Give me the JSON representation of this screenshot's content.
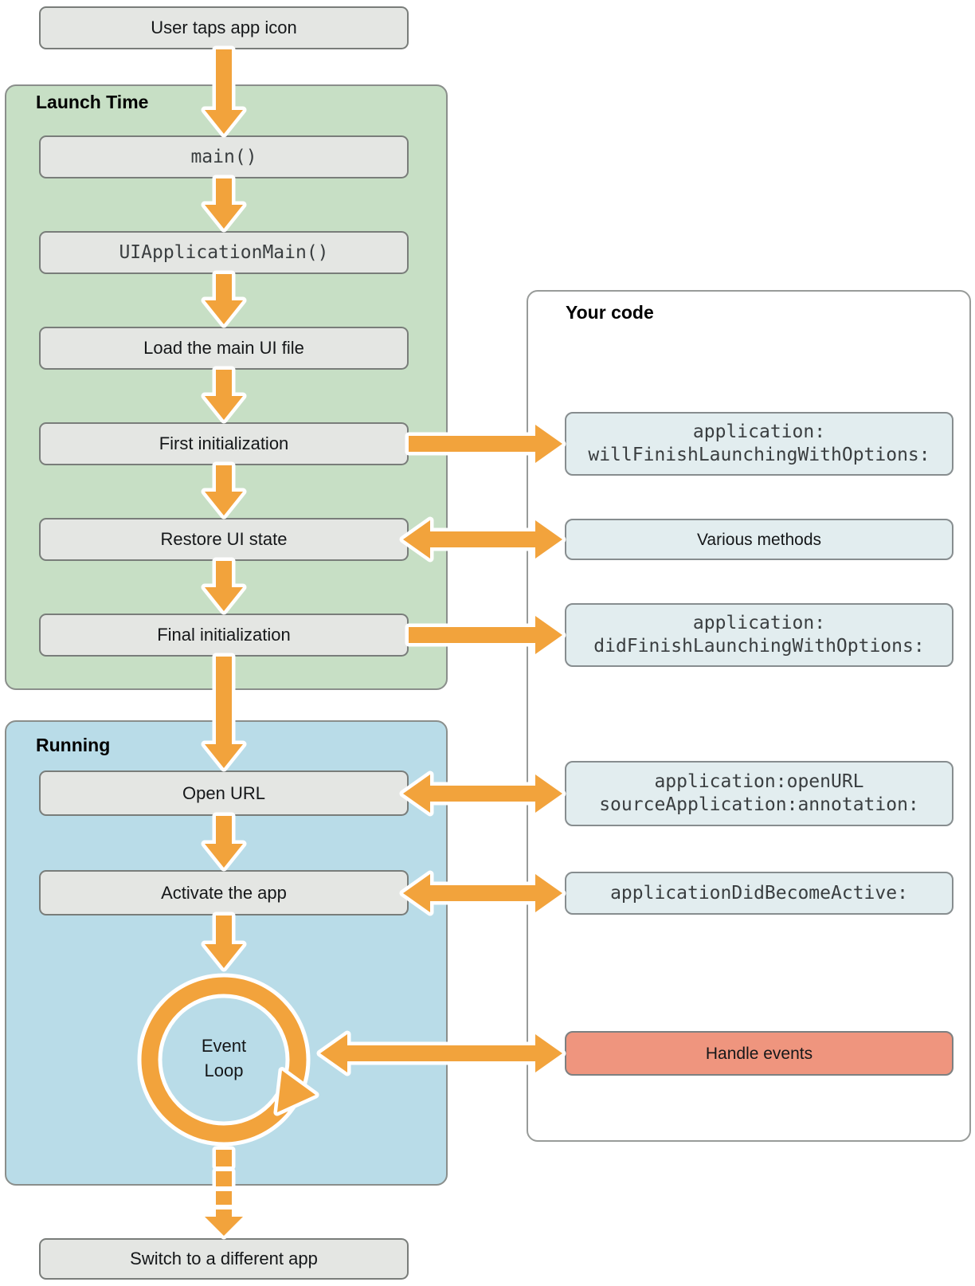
{
  "colors": {
    "accent_orange": "#F2A33C",
    "launch_bg": "#C7DFC5",
    "running_bg": "#B9DCE8",
    "panel_border": "#8A8E8B",
    "step_bg": "#E4E6E3",
    "step_border": "#797D7A",
    "your_code_bg": "#FFFFFF",
    "your_code_border": "#989B99",
    "code_bg": "#E2EDEF",
    "code_border": "#878D8F",
    "highlight_bg": "#EF957E",
    "highlight_border": "#7D8081"
  },
  "flow": {
    "user_taps": "User taps app icon",
    "launch": {
      "label": "Launch Time",
      "steps": [
        "main()",
        "UIApplicationMain()",
        "Load the main UI file",
        "First initialization",
        "Restore UI state",
        "Final initialization"
      ]
    },
    "running": {
      "label": "Running",
      "steps": [
        "Open URL",
        "Activate the app"
      ],
      "event_loop": [
        "Event",
        "Loop"
      ]
    },
    "switch_app": "Switch to a different app"
  },
  "your_code": {
    "label": "Your code",
    "boxes": [
      {
        "lines": [
          "application:",
          "willFinishLaunchingWithOptions:"
        ],
        "mono": true,
        "highlight": false
      },
      {
        "lines": [
          "Various methods"
        ],
        "mono": false,
        "highlight": false
      },
      {
        "lines": [
          "application:",
          "didFinishLaunchingWithOptions:"
        ],
        "mono": true,
        "highlight": false
      },
      {
        "lines": [
          "application:openURL",
          "sourceApplication:annotation:"
        ],
        "mono": true,
        "highlight": false
      },
      {
        "lines": [
          "applicationDidBecomeActive:"
        ],
        "mono": true,
        "highlight": false
      },
      {
        "lines": [
          "Handle events"
        ],
        "mono": false,
        "highlight": true
      }
    ]
  }
}
